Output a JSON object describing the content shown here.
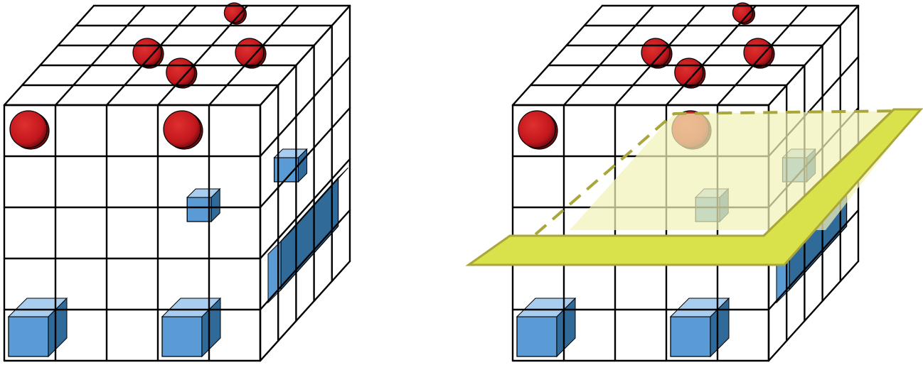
{
  "figure": {
    "panels": [
      {
        "id": "left",
        "show_plane": false
      },
      {
        "id": "right",
        "show_plane": true
      }
    ],
    "grid": {
      "cols": 5,
      "rows": 5,
      "depth": 5
    },
    "front_spheres": [
      {
        "col": 0,
        "row": 0
      },
      {
        "col": 3,
        "row": 0
      }
    ],
    "top_spheres": [
      {
        "col": 3,
        "depth": 4
      },
      {
        "col": 2,
        "depth": 2
      },
      {
        "col": 4,
        "depth": 2
      },
      {
        "col": 3,
        "depth": 1
      }
    ],
    "front_cubes": [
      {
        "col": 0,
        "row": 4
      },
      {
        "col": 3,
        "row": 4
      }
    ],
    "inner_cubes": [
      {
        "col": 3,
        "row": 2,
        "depth": 1
      },
      {
        "col": 4,
        "row": 2,
        "depth": 3
      }
    ],
    "side_cubes": [
      {
        "depth": 1,
        "row": 3
      }
    ],
    "colors": {
      "sphere": "#c0161c",
      "sphere_dark": "#6e0c10",
      "cube_front": "#5b9bd5",
      "cube_top": "#a9cdee",
      "cube_side": "#2f6a99",
      "plane_fill": "#f3f3b8",
      "plane_band": "#d9e24a",
      "plane_edge": "#aaa63a",
      "grid_line": "#000000"
    }
  }
}
